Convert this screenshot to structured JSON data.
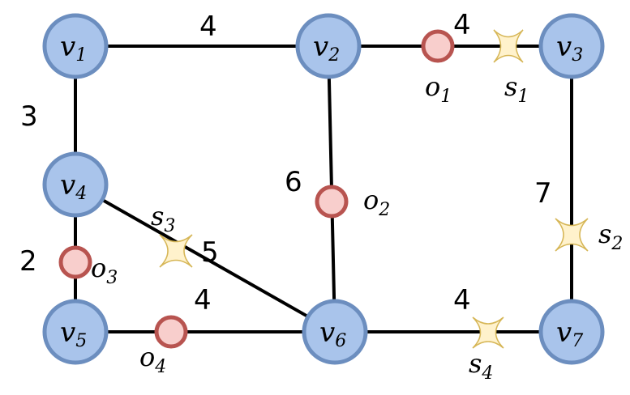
{
  "nodes": [
    {
      "id": "v1",
      "base": "v",
      "sub": "1"
    },
    {
      "id": "v2",
      "base": "v",
      "sub": "2"
    },
    {
      "id": "v3",
      "base": "v",
      "sub": "3"
    },
    {
      "id": "v4",
      "base": "v",
      "sub": "4"
    },
    {
      "id": "v5",
      "base": "v",
      "sub": "5"
    },
    {
      "id": "v6",
      "base": "v",
      "sub": "6"
    },
    {
      "id": "v7",
      "base": "v",
      "sub": "7"
    }
  ],
  "edges": [
    {
      "from": "v1",
      "to": "v2",
      "weight": "4"
    },
    {
      "from": "v2",
      "to": "v3",
      "weight": "4"
    },
    {
      "from": "v1",
      "to": "v4",
      "weight": "3"
    },
    {
      "from": "v2",
      "to": "v6",
      "weight": "6"
    },
    {
      "from": "v3",
      "to": "v7",
      "weight": "7"
    },
    {
      "from": "v4",
      "to": "v5",
      "weight": "2"
    },
    {
      "from": "v4",
      "to": "v6",
      "weight": "5"
    },
    {
      "from": "v5",
      "to": "v6",
      "weight": "4"
    },
    {
      "from": "v6",
      "to": "v7",
      "weight": "4"
    }
  ],
  "obstacles": [
    {
      "id": "o1",
      "base": "o",
      "sub": "1"
    },
    {
      "id": "o2",
      "base": "o",
      "sub": "2"
    },
    {
      "id": "o3",
      "base": "o",
      "sub": "3"
    },
    {
      "id": "o4",
      "base": "o",
      "sub": "4"
    }
  ],
  "stations": [
    {
      "id": "s1",
      "base": "s",
      "sub": "1"
    },
    {
      "id": "s2",
      "base": "s",
      "sub": "2"
    },
    {
      "id": "s3",
      "base": "s",
      "sub": "3"
    },
    {
      "id": "s4",
      "base": "s",
      "sub": "4"
    }
  ],
  "colors": {
    "node_fill": "#a9c4eb",
    "node_stroke": "#6c8ebf",
    "obstacle_fill": "#f8cecc",
    "obstacle_stroke": "#b85450",
    "station_fill": "#fff2cc",
    "station_stroke": "#d6b656"
  }
}
